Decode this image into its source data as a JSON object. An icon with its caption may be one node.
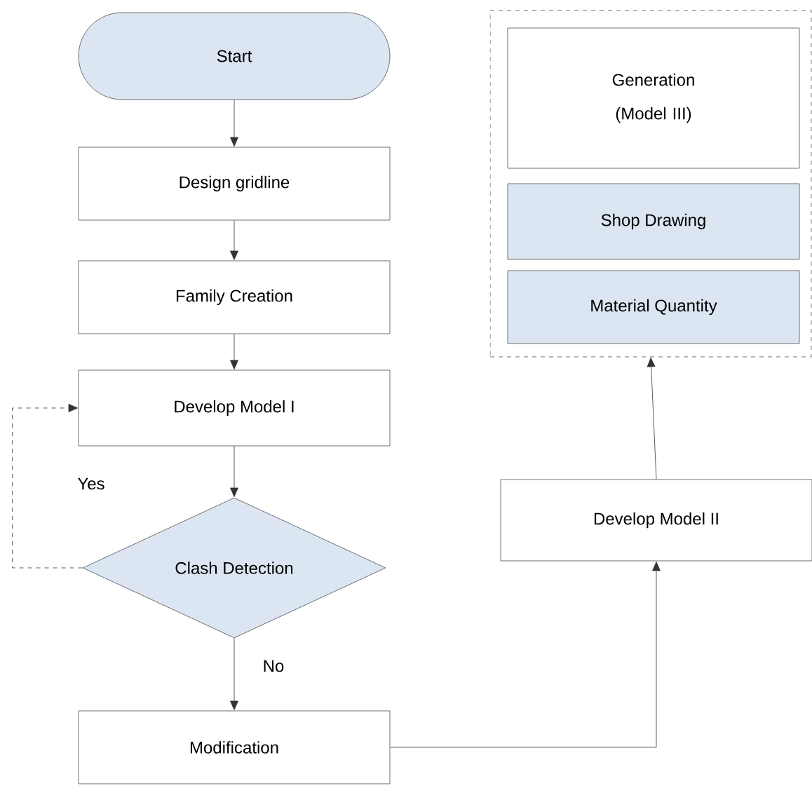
{
  "diagram": {
    "nodes": [
      {
        "text": [
          "Start"
        ]
      },
      {
        "text": [
          "Design gridline"
        ]
      },
      {
        "text": [
          "Family Creation"
        ]
      },
      {
        "text": [
          "Develop Model I"
        ]
      },
      {
        "text": [
          "Clash Detection"
        ]
      },
      {
        "text": [
          "Modification"
        ]
      },
      {
        "text": [
          "Develop Model II"
        ]
      },
      {
        "text": [],
        "shape": "box"
      },
      {
        "text": [
          "Generation (Model III)"
        ],
        "in": 7
      },
      {
        "text": [
          "Shop Drawing"
        ],
        "in": 7
      },
      {
        "text": [
          "Material Quantity"
        ],
        "in": 7
      }
    ],
    "edges": [
      {
        "from": 0,
        "to": 1,
        "arrow": "to"
      },
      {
        "from": 1,
        "to": 2,
        "arrow": "to"
      },
      {
        "from": 2,
        "to": 3,
        "arrow": "to"
      },
      {
        "from": 3,
        "to": 4,
        "arrow": "to"
      },
      {
        "from": 4,
        "to": 3,
        "arrow": "to",
        "label": "Yes",
        "style": "dashed"
      },
      {
        "from": 4,
        "to": 5,
        "arrow": "to",
        "label": "No"
      },
      {
        "from": 5,
        "to": 6,
        "arrow": "to"
      },
      {
        "from": 6,
        "to": 7,
        "arrow": "to"
      }
    ]
  }
}
